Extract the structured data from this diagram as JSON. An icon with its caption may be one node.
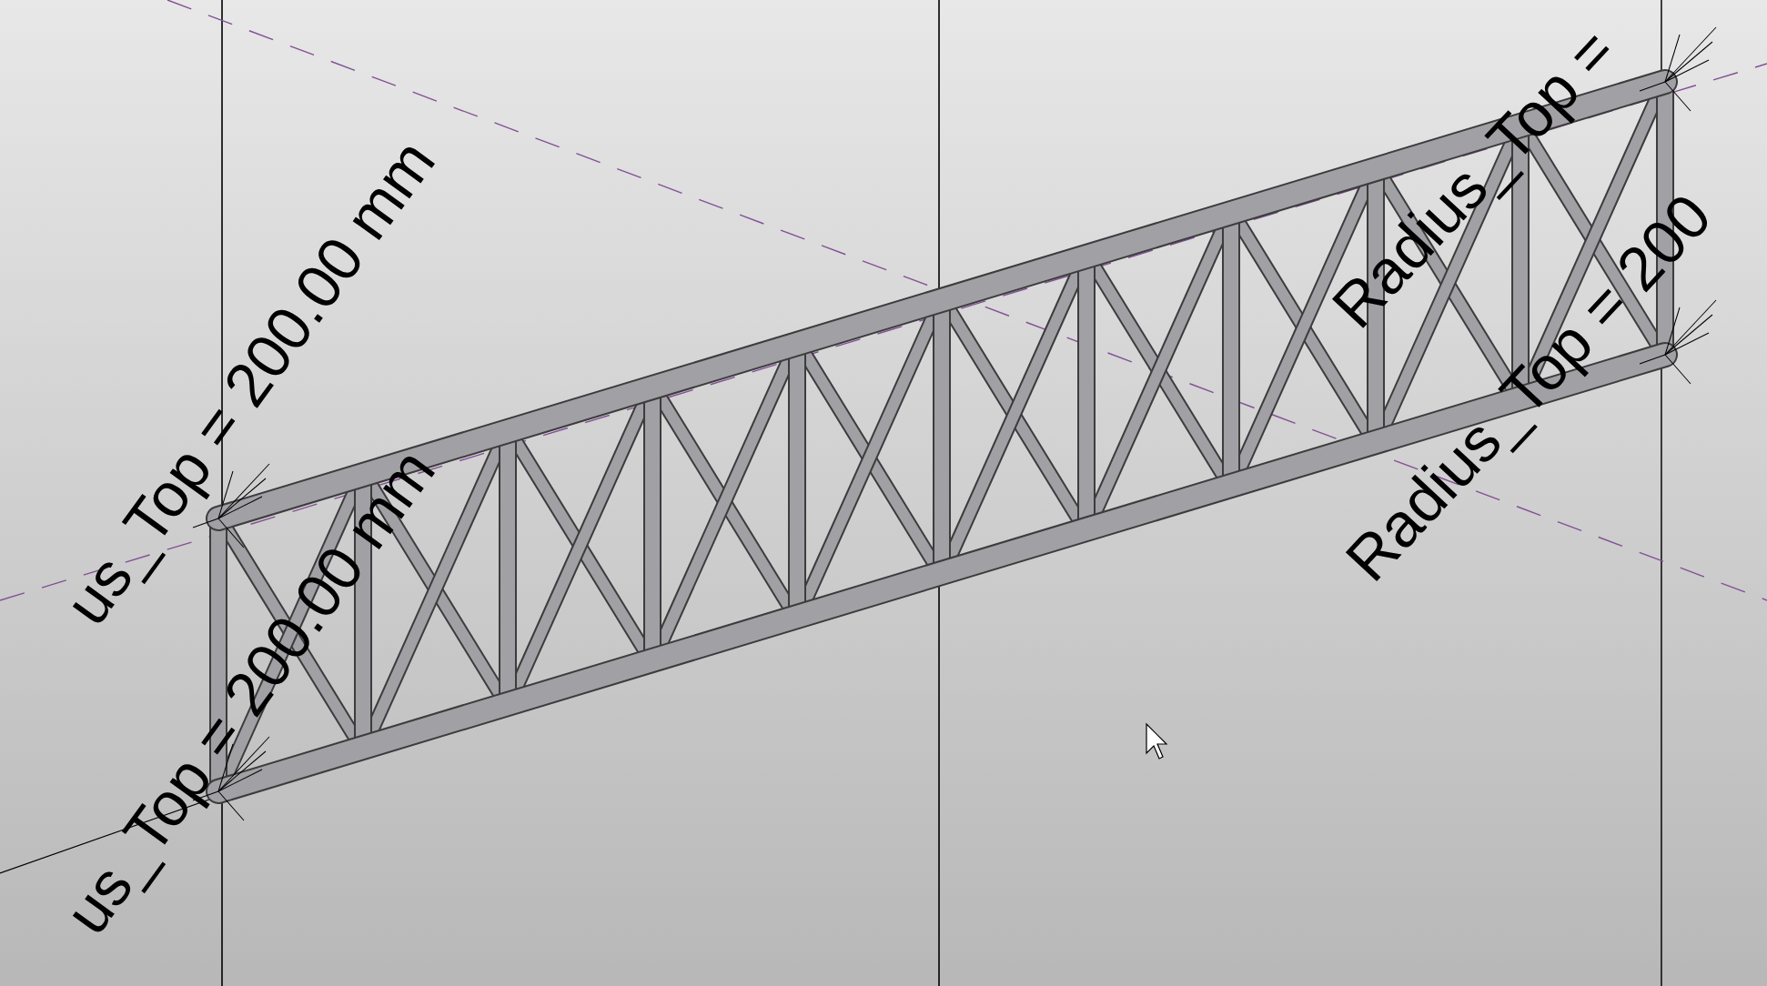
{
  "diagram": {
    "labels": [
      "us_Top = 200.00 mm",
      "us_Top = 200.00 mm",
      "Radius_Top =",
      "Radius_Top = 200"
    ]
  }
}
